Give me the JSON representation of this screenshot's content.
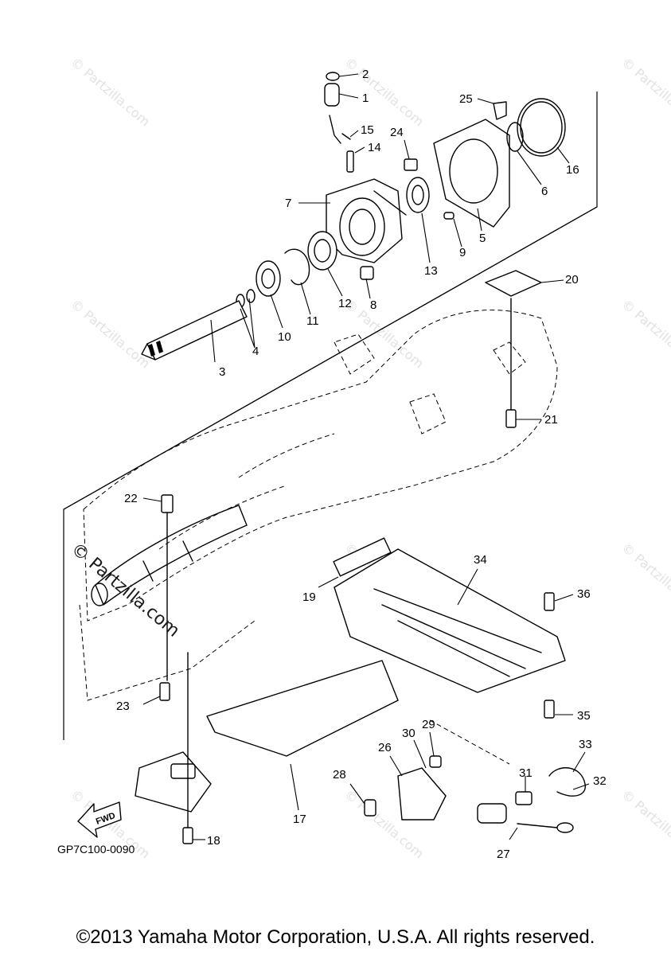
{
  "callouts": [
    {
      "n": "1"
    },
    {
      "n": "2"
    },
    {
      "n": "3"
    },
    {
      "n": "4"
    },
    {
      "n": "5"
    },
    {
      "n": "6"
    },
    {
      "n": "7"
    },
    {
      "n": "8"
    },
    {
      "n": "9"
    },
    {
      "n": "10"
    },
    {
      "n": "11"
    },
    {
      "n": "12"
    },
    {
      "n": "13"
    },
    {
      "n": "14"
    },
    {
      "n": "15"
    },
    {
      "n": "16"
    },
    {
      "n": "17"
    },
    {
      "n": "18"
    },
    {
      "n": "19"
    },
    {
      "n": "20"
    },
    {
      "n": "21"
    },
    {
      "n": "22"
    },
    {
      "n": "23"
    },
    {
      "n": "24"
    },
    {
      "n": "25"
    },
    {
      "n": "26"
    },
    {
      "n": "27"
    },
    {
      "n": "28"
    },
    {
      "n": "29"
    },
    {
      "n": "30"
    },
    {
      "n": "31"
    },
    {
      "n": "32"
    },
    {
      "n": "33"
    },
    {
      "n": "34"
    },
    {
      "n": "35"
    },
    {
      "n": "36"
    }
  ],
  "diagram_code": "GP7C100-0090",
  "fwd_label": "FWD",
  "watermark": "© Partzilla.com",
  "watermark_big": "© Partzilla.com",
  "copyright": "©2013 Yamaha Motor Corporation, U.S.A. All rights reserved."
}
